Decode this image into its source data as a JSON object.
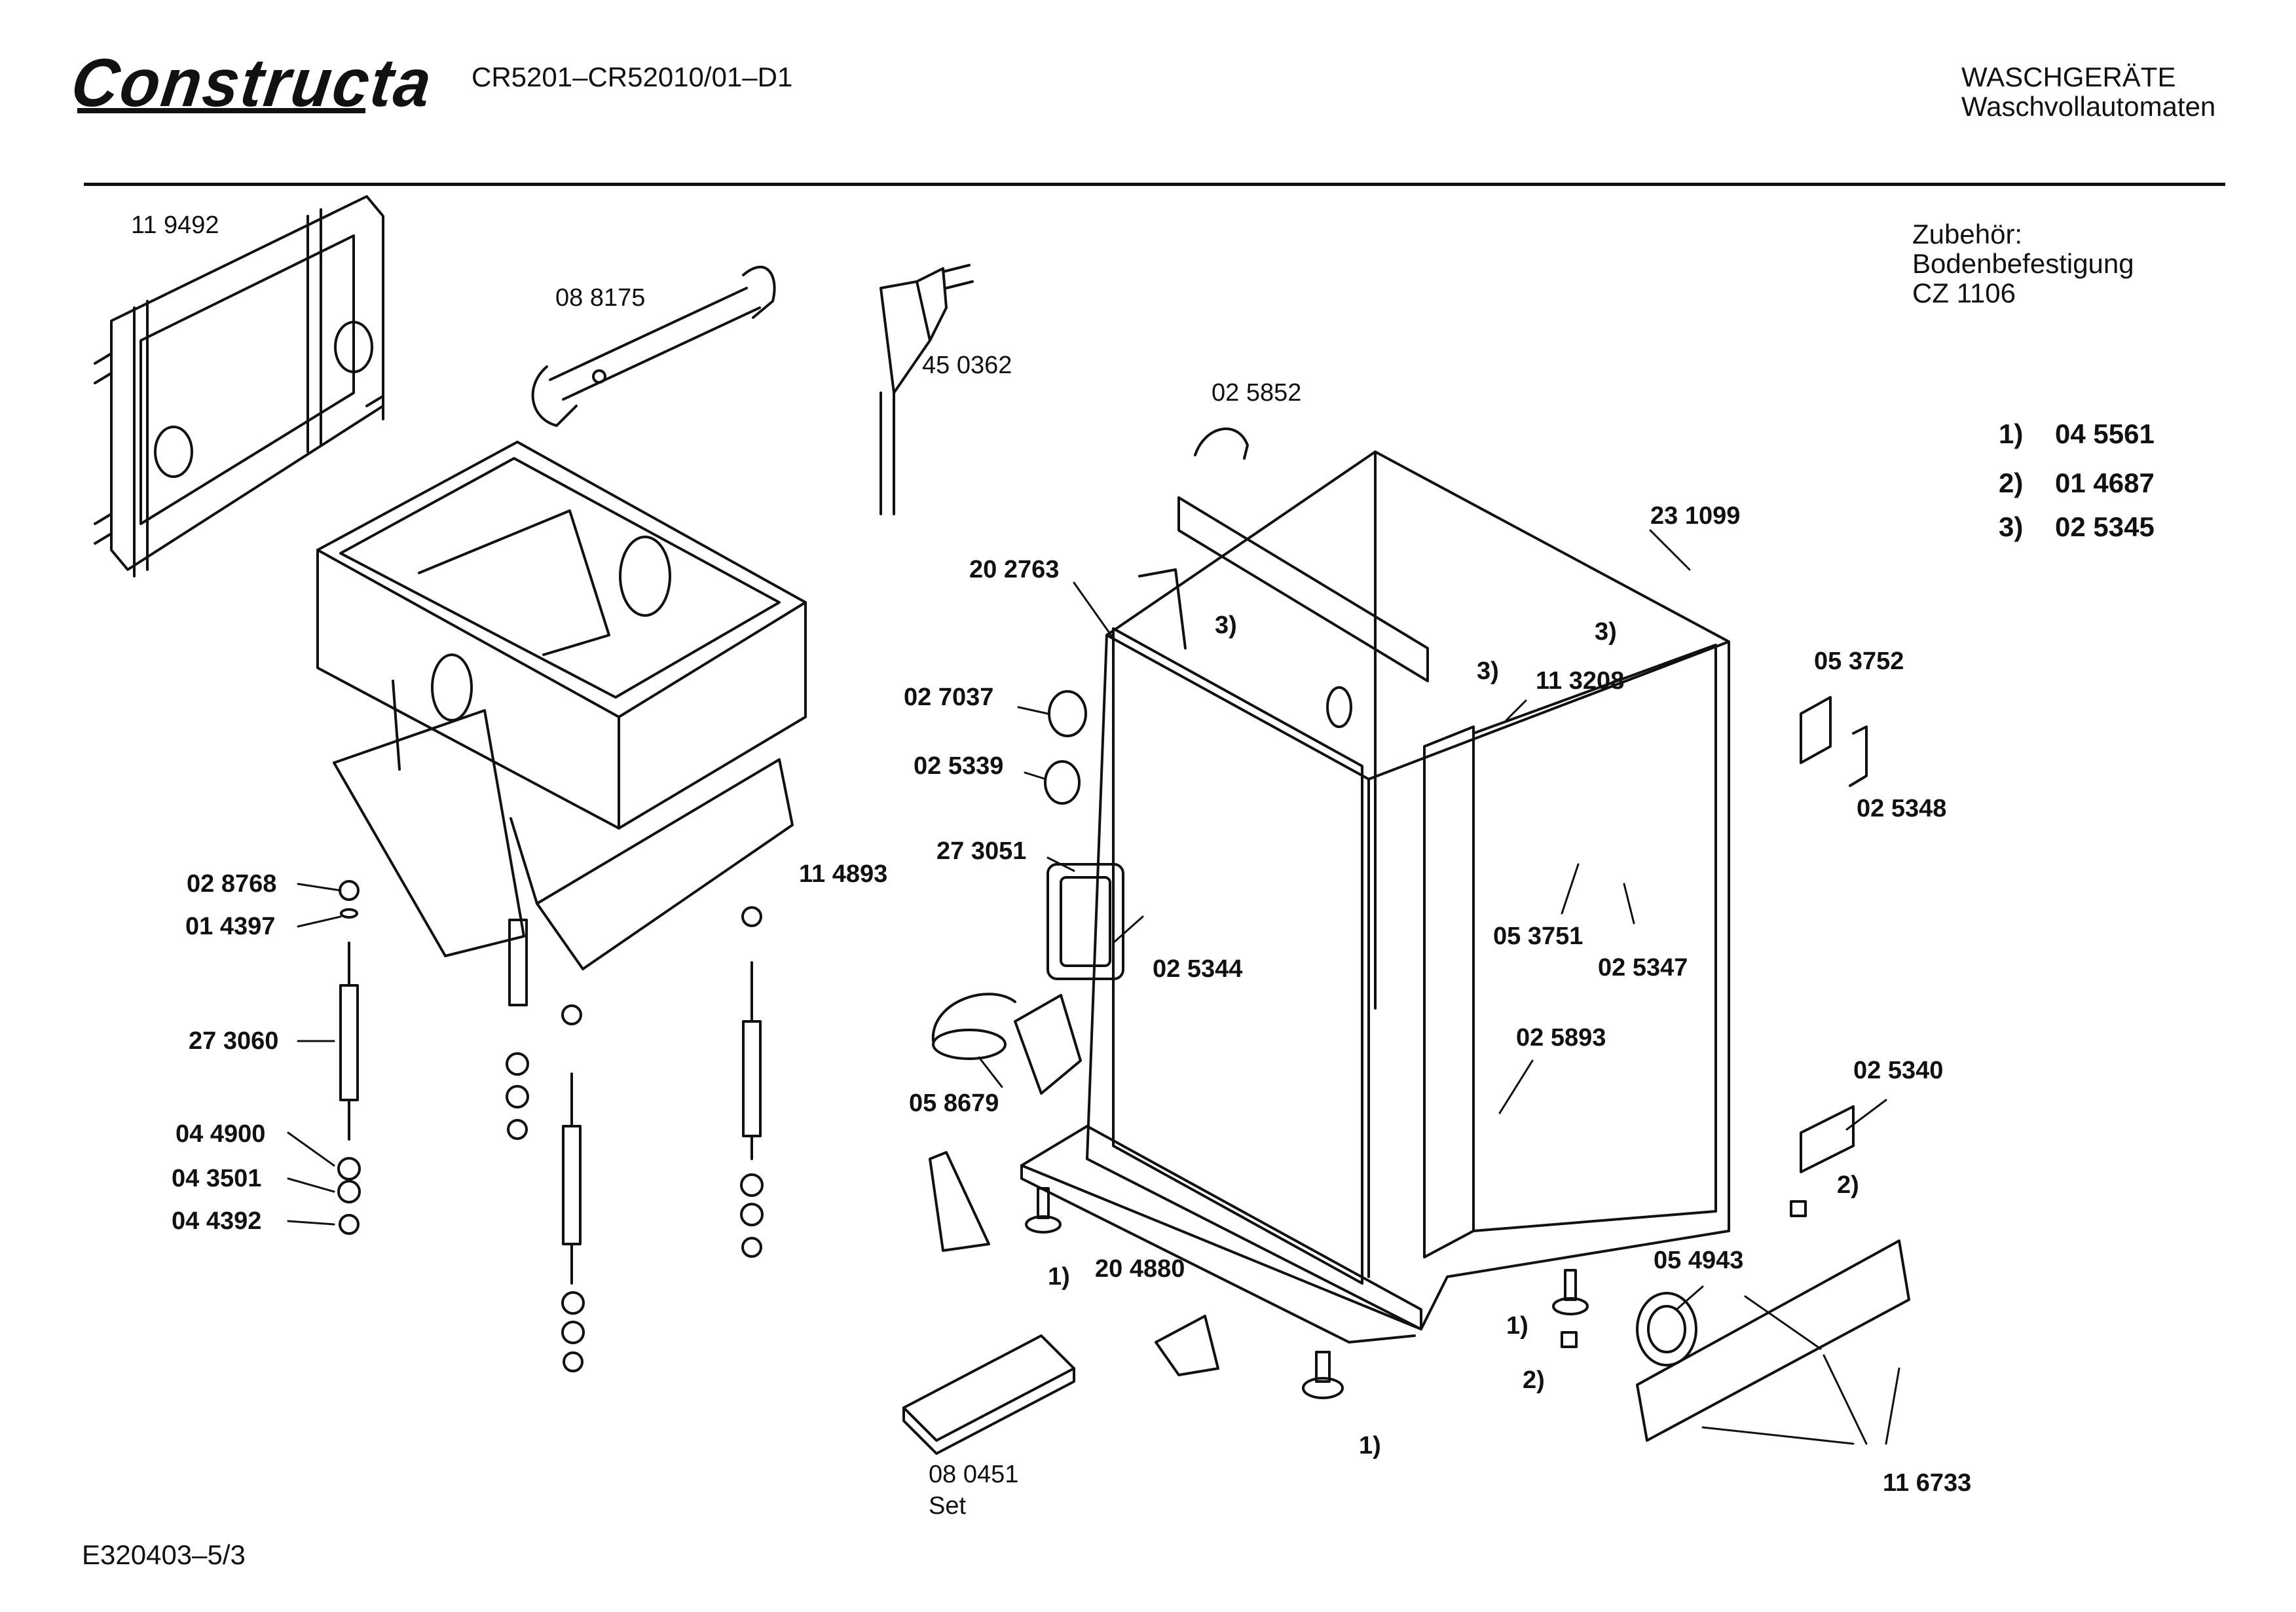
{
  "header": {
    "brand": "Constructa",
    "model": "CR5201–CR52010/01–D1",
    "category": "WASCHGERÄTE",
    "subcategory": "Waschvollautomaten"
  },
  "accessory": {
    "line1": "Zubehör:",
    "line2": "Bodenbefestigung",
    "line3": "CZ 1106"
  },
  "footnotes": [
    {
      "key": "1)",
      "value": "04 5561"
    },
    {
      "key": "2)",
      "value": "01 4687"
    },
    {
      "key": "3)",
      "value": "02 5345"
    }
  ],
  "parts": {
    "p119492": "11 9492",
    "p088175": "08 8175",
    "p450362": "45 0362",
    "p025852": "02 5852",
    "p231099": "23 1099",
    "p202763": "20 2763",
    "p027037": "02 7037",
    "p025339": "02 5339",
    "p273051": "27 3051",
    "p113208": "11 3208",
    "p053752": "05 3752",
    "p025348": "02 5348",
    "p028768": "02 8768",
    "p014397": "01 4397",
    "p114893": "11 4893",
    "p025344": "02 5344",
    "p053751": "05 3751",
    "p025347": "02 5347",
    "p273060": "27 3060",
    "p058679": "05 8679",
    "p025893": "02 5893",
    "p025340": "02 5340",
    "p044900": "04 4900",
    "p043501": "04 3501",
    "p044392": "04 4392",
    "p204880": "20 4880",
    "p054943": "05 4943",
    "p080451": "08 0451",
    "p080451set": "Set",
    "p116733": "11 6733"
  },
  "refs": {
    "r1": "1)",
    "r2": "2)",
    "r3": "3)"
  },
  "footer": {
    "drawing_number": "E320403–5/3"
  }
}
